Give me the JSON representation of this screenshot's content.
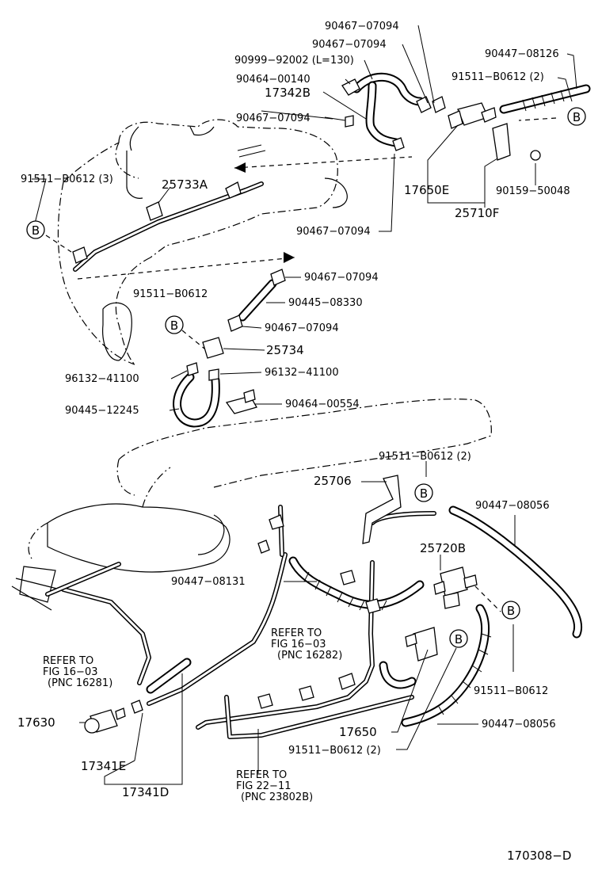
{
  "callouts": {
    "p_90467_07094_a": "90467−07094",
    "p_90467_07094_b": "90467−07094",
    "p_90999_92002": "90999−92002 (L=130)",
    "p_90464_00140": "90464−00140",
    "p_17342B": "17342B",
    "p_90467_07094_c": "90467−07094",
    "p_90447_08126": "90447−08126",
    "p_91511_B0612_2_top": "91511−B0612 (2)",
    "p_91511_B0612_3": "91511−B0612 (3)",
    "p_25733A": "25733A",
    "p_17650E": "17650E",
    "p_90159_50048": "90159−50048",
    "p_25710F": "25710F",
    "p_90467_07094_d": "90467−07094",
    "p_90467_07094_e": "90467−07094",
    "p_91511_B0612_mid": "91511−B0612",
    "p_90445_08330": "90445−08330",
    "p_90467_07094_f": "90467−07094",
    "p_25734": "25734",
    "p_96132_41100_a": "96132−41100",
    "p_96132_41100_b": "96132−41100",
    "p_90445_12245": "90445−12245",
    "p_90464_00554": "90464−00554",
    "p_91511_B0612_2_mid": "91511−B0612 (2)",
    "p_25706": "25706",
    "p_90447_08056_a": "90447−08056",
    "p_25720B": "25720B",
    "p_90447_08131": "90447−08131",
    "p_17630": "17630",
    "p_17341E": "17341E",
    "p_17341D": "17341D",
    "p_17650": "17650",
    "p_91511_B0612_bot": "91511−B0612",
    "p_90447_08056_b": "90447−08056",
    "p_91511_B0612_2_bot": "91511−B0612 (2)"
  },
  "refs": {
    "ref1_l1": "REFER TO",
    "ref1_l2": "FIG 16−03",
    "ref1_l3": "(PNC 16282)",
    "ref2_l1": "REFER TO",
    "ref2_l2": "FIG 16−03",
    "ref2_l3": "(PNC 16281)",
    "ref3_l1": "REFER TO",
    "ref3_l2": "FIG 22−11",
    "ref3_l3": "(PNC 23802B)"
  },
  "markers": {
    "b": "B"
  },
  "figure_id": "170308−D"
}
